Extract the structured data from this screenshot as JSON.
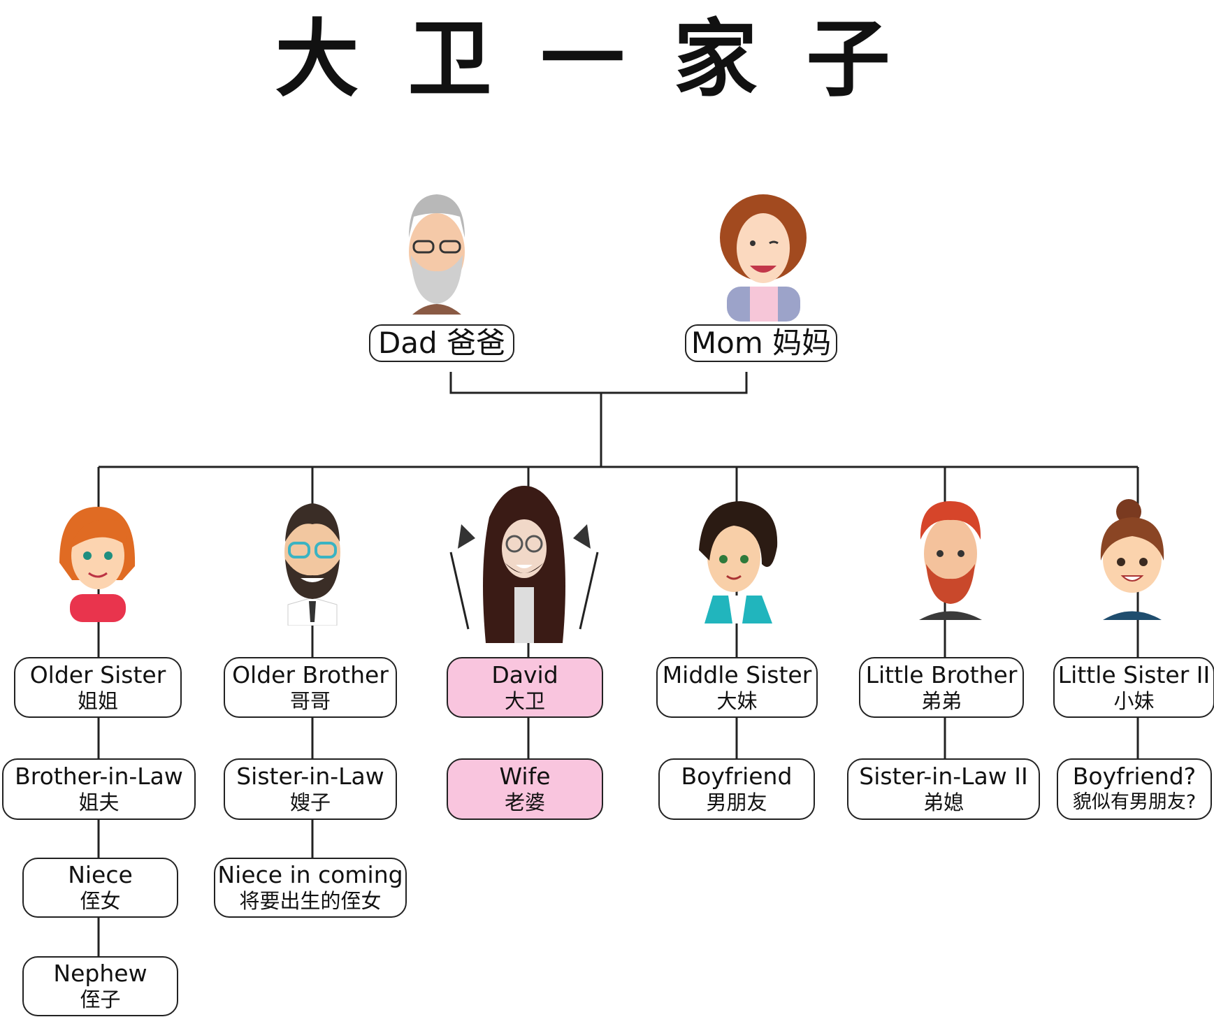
{
  "title": "大卫一家子",
  "parents": {
    "dad": "Dad 爸爸",
    "mom": "Mom 妈妈"
  },
  "children": {
    "older_sister": {
      "en": "Older Sister",
      "zh": "姐姐"
    },
    "older_brother": {
      "en": "Older Brother",
      "zh": "哥哥"
    },
    "david": {
      "en": "David",
      "zh": "大卫"
    },
    "middle_sister": {
      "en": "Middle Sister",
      "zh": "大妹"
    },
    "little_brother": {
      "en": "Little Brother",
      "zh": "弟弟"
    },
    "little_sister": {
      "en": "Little Sister II",
      "zh": "小妹"
    }
  },
  "partners": {
    "brother_in_law": {
      "en": "Brother-in-Law",
      "zh": "姐夫"
    },
    "sister_in_law": {
      "en": "Sister-in-Law",
      "zh": "嫂子"
    },
    "wife": {
      "en": "Wife",
      "zh": "老婆"
    },
    "boyfriend": {
      "en": "Boyfriend",
      "zh": "男朋友"
    },
    "sister_in_law_2": {
      "en": "Sister-in-Law II",
      "zh": "弟媳"
    },
    "boyfriend_maybe": {
      "en": "Boyfriend?",
      "zh": "貌似有男朋友?"
    }
  },
  "grandchildren": {
    "niece": {
      "en": "Niece",
      "zh": "侄女"
    },
    "nephew": {
      "en": "Nephew",
      "zh": "侄子"
    },
    "niece_coming": {
      "en": "Niece in coming",
      "zh": "将要出生的侄女"
    }
  },
  "colors": {
    "highlight": "#f9c5de",
    "line": "#222222"
  }
}
